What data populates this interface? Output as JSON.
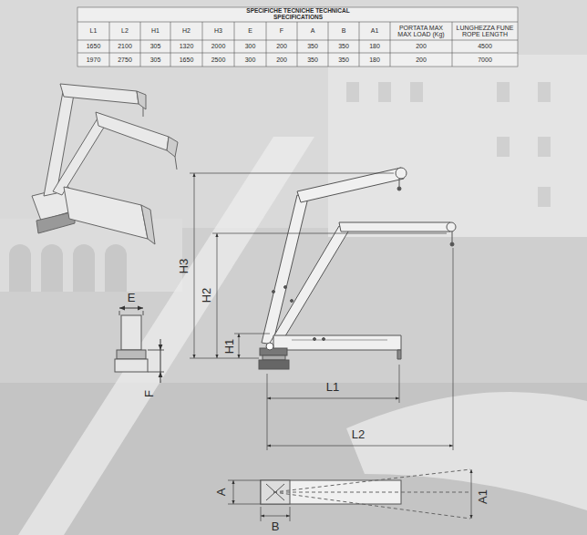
{
  "diagram": {
    "title": "SPECIFICHE TECNICHE TECHNICAL SPECIFICATIONS",
    "labels": [
      "L1",
      "L2",
      "H1",
      "H2",
      "H3",
      "E",
      "F",
      "A",
      "B",
      "A1",
      "PORTATA MAX MAX LOAD (Kg)",
      "LUNGHEZZA FUNE ROPE LENGTH",
      "1650",
      "2100",
      "305",
      "1320",
      "2000",
      "300",
      "200",
      "350",
      "350",
      "180",
      "200",
      "4500",
      "1970",
      "2750",
      "305",
      "1650",
      "2500",
      "300",
      "200",
      "350",
      "350",
      "180",
      "200",
      "7000",
      "H3",
      "H2",
      "H1",
      "E",
      "F",
      "L1",
      "L2",
      "A",
      "B",
      "A1"
    ]
  }
}
